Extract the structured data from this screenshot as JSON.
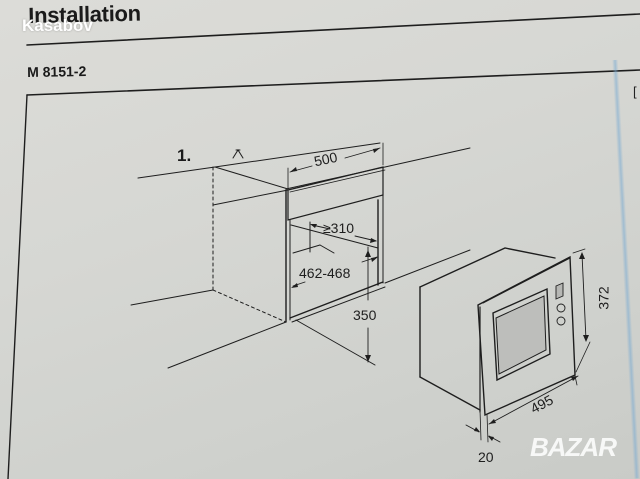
{
  "page": {
    "heading": "Installation",
    "model": "M 8151-2",
    "watermark_top": "Kasabov",
    "watermark_bottom": "BAZAR",
    "edge_mark": "["
  },
  "diagram": {
    "step_number": "1.",
    "niche": {
      "width_label": "500",
      "depth_min_label": "≥310",
      "height_range_label": "462-468",
      "floor_height_label": "350"
    },
    "appliance": {
      "height_label": "372",
      "width_label": "495",
      "frame_depth_label": "20"
    },
    "colors": {
      "paper": "#d6d7d3",
      "ink": "#1e1e1e",
      "edge_blue": "#78aad2"
    }
  }
}
